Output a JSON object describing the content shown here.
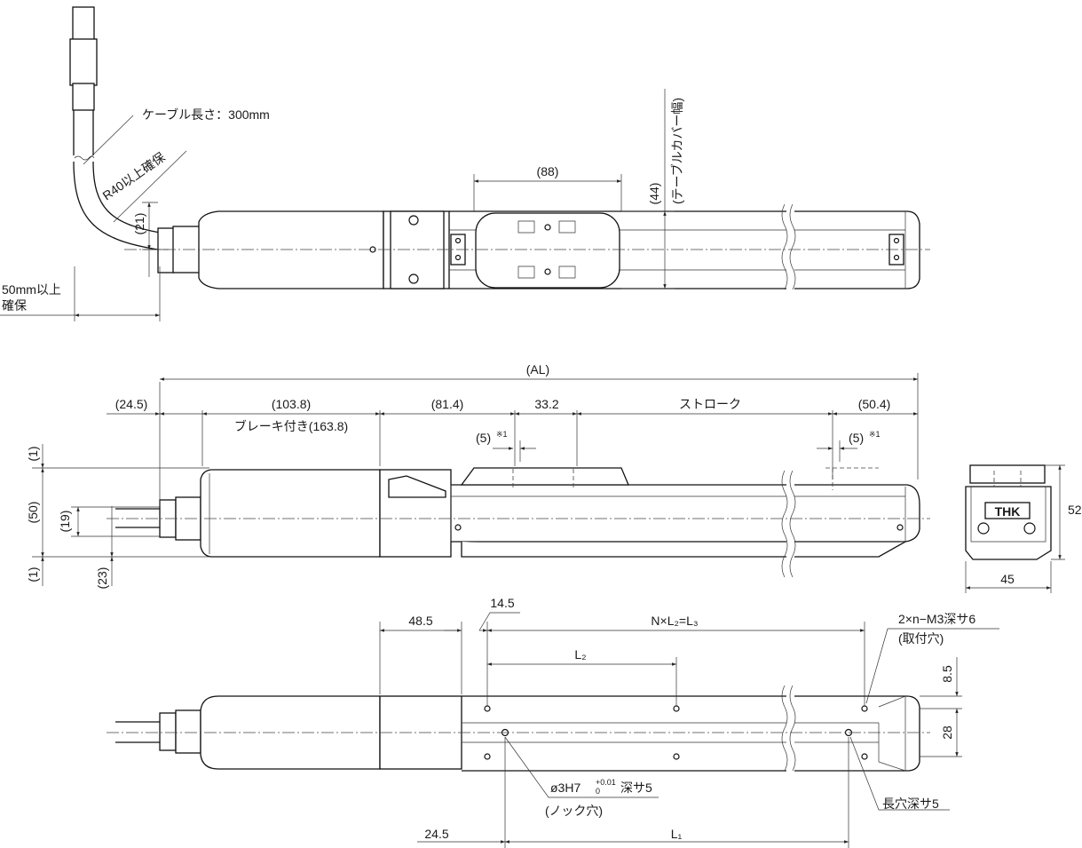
{
  "top_view": {
    "cable_length": "ケーブル長さ：300mm",
    "bend_radius": "R40以上確保",
    "clearance_line1": "50mm以上",
    "clearance_line2": "確保",
    "dim_21": "(21)",
    "dim_88": "(88)",
    "dim_44": "(44)",
    "table_cover_width": "(テーブルカバー幅)"
  },
  "side_view": {
    "dim_al": "(AL)",
    "dim_24_5": "(24.5)",
    "dim_103_8": "(103.8)",
    "brake": "ブレーキ付き(163.8)",
    "dim_81_4": "(81.4)",
    "dim_33_2": "33.2",
    "stroke": "ストローク",
    "dim_50_4": "(50.4)",
    "dim_5_left": "(5)",
    "note_1_left": "※1",
    "dim_5_right": "(5)",
    "note_1_right": "※1",
    "dim_1_top": "(1)",
    "dim_50": "(50)",
    "dim_19": "(19)",
    "dim_1_bottom": "(1)",
    "dim_23": "(23)"
  },
  "end_view": {
    "logo": "THK",
    "dim_52": "52",
    "dim_45": "45"
  },
  "bottom_view": {
    "dim_48_5": "48.5",
    "dim_14_5": "14.5",
    "n_l2_l3": "N×L₂=L₃",
    "l2": "L₂",
    "mount_holes": "2×n−M3深サ6",
    "mount_holes_note": "(取付穴)",
    "dim_8_5": "8.5",
    "dim_28": "28",
    "pin_hole": "ø3H7",
    "tol_upper": "+0.01",
    "tol_lower": "0",
    "pin_hole_depth": "深サ5",
    "knock_hole": "(ノック穴)",
    "slot_depth": "長穴深サ5",
    "dim_24_5": "24.5",
    "l1": "L₁"
  }
}
